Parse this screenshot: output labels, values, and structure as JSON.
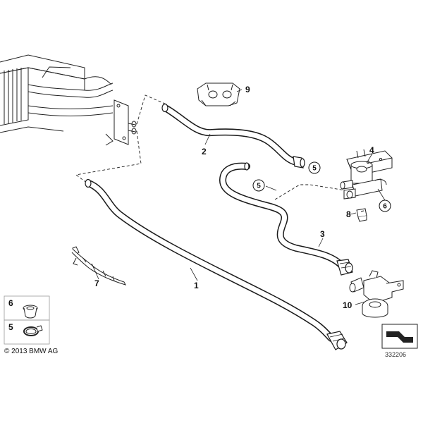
{
  "callouts": {
    "p1": "1",
    "p2": "2",
    "p3": "3",
    "p4": "4",
    "p5a": "5",
    "p5b": "5",
    "p6": "6",
    "p7": "7",
    "p8": "8",
    "p9": "9",
    "p10": "10"
  },
  "legend": {
    "item_6": "6",
    "item_5": "5"
  },
  "copyright": "© 2013 BMW AG",
  "doc_number": "332206"
}
